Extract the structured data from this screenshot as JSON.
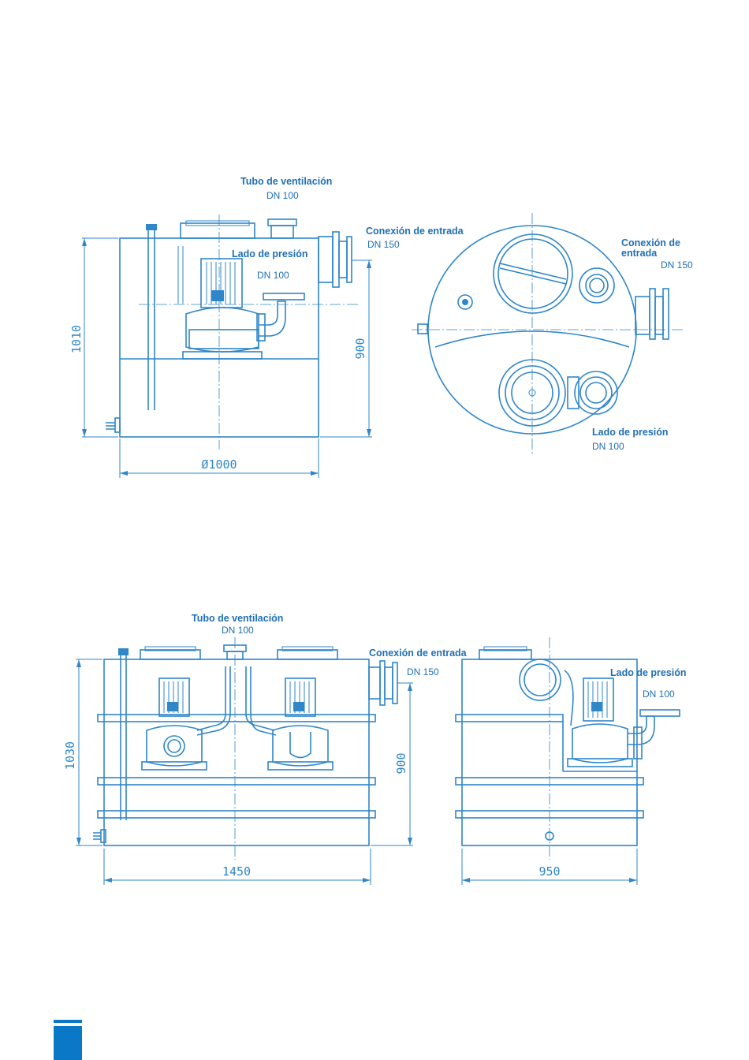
{
  "labels": {
    "top_left_vent_title": "Tubo de ventilación",
    "top_left_vent_dn": "DN 100",
    "top_left_inlet_title": "Conexión de entrada",
    "top_left_inlet_dn": "DN 150",
    "top_left_pressure_title": "Lado de presión",
    "top_left_pressure_dn": "DN 100",
    "top_right_inlet_line1": "Conexión de",
    "top_right_inlet_line2": "entrada",
    "top_right_inlet_dn": "DN 150",
    "top_right_pressure_title": "Lado de presión",
    "top_right_pressure_dn": "DN 100",
    "bottom_left_vent_title": "Tubo de ventilación",
    "bottom_left_vent_dn": "DN 100",
    "bottom_left_inlet_title": "Conexión de entrada",
    "bottom_left_inlet_dn": "DN 150",
    "bottom_right_pressure_title": "Lado de presión",
    "bottom_right_pressure_dn": "DN 100"
  },
  "dimensions": {
    "top_height_total": "1010",
    "top_height_inlet": "900",
    "top_diameter": "Ø1000",
    "bottom_height_total": "1030",
    "bottom_height_inlet": "900",
    "bottom_length": "1450",
    "bottom_width": "950"
  },
  "colors": {
    "drawing_blue": "#2f86c8",
    "badge_blue": "#0a78c6"
  }
}
